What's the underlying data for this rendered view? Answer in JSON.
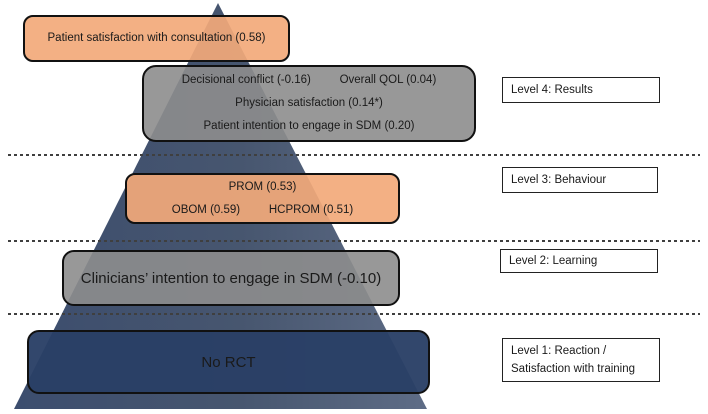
{
  "colors": {
    "pyramid-left": "#3C4D6E",
    "pyramid-mid": "#47566F",
    "pyramid-right": "#5E6C86",
    "box-orange": "rgba(242,169,121,0.92)",
    "box-gray": "rgba(141,141,141,0.90)",
    "box-navy": "rgba(42,64,102,0.96)",
    "box-border": "#111111",
    "label-border": "#222222",
    "label-bg": "#FFFFFF",
    "dash": "#3F3F3F",
    "text": "#1A1A1A"
  },
  "pyramid": {
    "boxes": {
      "satisfaction": {
        "text": "Patient satisfaction with consultation (0.58)"
      },
      "results": {
        "lines": [
          "Decisional conflict (-0.16)         Overall QOL (0.04)",
          "Physician satisfaction (0.14*)",
          "Patient intention to engage in SDM (0.20)"
        ]
      },
      "behaviour": {
        "lines": [
          "PROM (0.53)",
          "OBOM (0.59)         HCPROM (0.51)"
        ]
      },
      "learning": {
        "text": "Clinicians’ intention to engage in SDM (-0.10)"
      },
      "reaction": {
        "text": "No RCT"
      }
    }
  },
  "level_labels": {
    "level4": {
      "text": "Level 4: Results"
    },
    "level3": {
      "text": "Level 3: Behaviour"
    },
    "level2": {
      "text": "Level 2: Learning"
    },
    "level1": {
      "lines": [
        "Level 1: Reaction /",
        "Satisfaction with training"
      ]
    }
  }
}
